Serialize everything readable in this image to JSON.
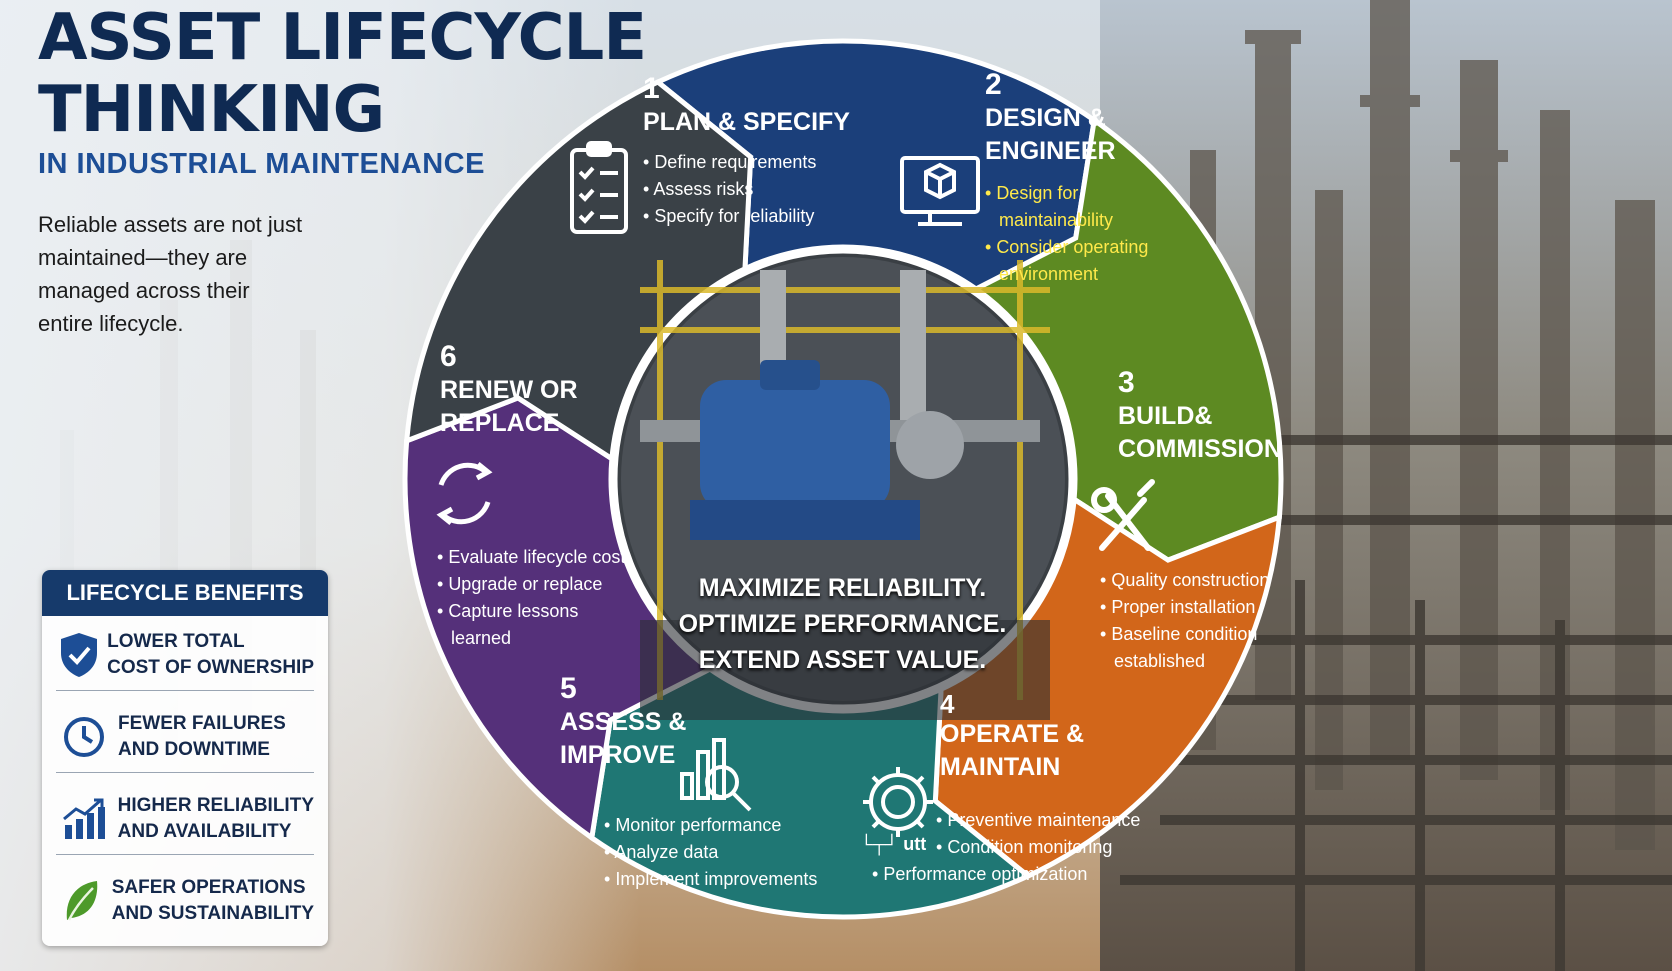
{
  "header": {
    "title_line1": "ASSET LIFECYCLE",
    "title_line2": "THINKING",
    "subtitle": "IN INDUSTRIAL MAINTENANCE",
    "intro": [
      "Reliable assets are not just",
      "maintained—they are",
      "managed across their",
      "entire lifecycle."
    ]
  },
  "benefits": {
    "heading": "LIFECYCLE BENEFITS",
    "items": [
      {
        "line1": "LOWER TOTAL",
        "line2": "COST OF OWNERSHIP",
        "icon": "shield-check-icon"
      },
      {
        "line1": "FEWER FAILURES",
        "line2": "AND DOWNTIME",
        "icon": "clock-icon"
      },
      {
        "line1": "HIGHER RELIABILITY",
        "line2": "AND AVAILABILITY",
        "icon": "bar-chart-up-icon"
      },
      {
        "line1": "SAFER OPERATIONS",
        "line2": "AND SUSTAINABILITY",
        "icon": "leaf-icon"
      }
    ]
  },
  "stages": [
    {
      "number": "1",
      "title": [
        "PLAN & SPECIFY"
      ],
      "bullets": [
        "Define requirements",
        "Assess risks",
        "Specify for reliability"
      ],
      "color": "#1b3f7a",
      "icon": "clipboard-checklist-icon"
    },
    {
      "number": "2",
      "title": [
        "DESIGN &",
        "ENGINEER"
      ],
      "bullets": [
        "Design for",
        "maintainability",
        "Consider operating",
        "environment"
      ],
      "color": "#5d8a22",
      "icon": "cad-monitor-icon"
    },
    {
      "number": "3",
      "title": [
        "BUILD&",
        "COMMISSION"
      ],
      "bullets": [
        "Quality construction",
        "Proper installation",
        "Baseline condition",
        "established"
      ],
      "color": "#d2661a",
      "icon": "wrench-screwdriver-icon"
    },
    {
      "number": "4",
      "title": [
        "OPERATE &",
        "MAINTAIN"
      ],
      "bullets": [
        "Preventive maintenance",
        "Condition monitoring",
        "Performance optimization"
      ],
      "icon_caption": "└┬┘ utt",
      "color": "#1f7774",
      "icon": "gear-icon"
    },
    {
      "number": "5",
      "title": [
        "ASSESS &",
        "IMPROVE"
      ],
      "bullets": [
        "Monitor performance",
        "Analyze data",
        "Implement improvements"
      ],
      "color": "#55307a",
      "icon": "chart-magnifier-icon"
    },
    {
      "number": "6",
      "title": [
        "RENEW OR",
        "REPLACE"
      ],
      "bullets": [
        "Evaluate lifecycle cost",
        "Upgrade or replace",
        "Capture lessons",
        "learned"
      ],
      "color": "#3a4147",
      "icon": "refresh-cycle-icon"
    }
  ],
  "center": {
    "lines": [
      "MAXIMIZE RELIABILITY.",
      "OPTIMIZE PERFORMANCE.",
      "EXTEND ASSET VALUE."
    ],
    "image": "industrial-pump-motor-photo"
  }
}
